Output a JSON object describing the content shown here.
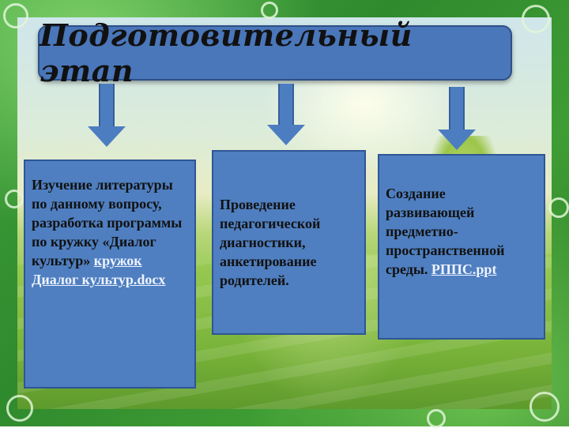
{
  "title": "Подготовительный этап",
  "cards": [
    {
      "text": "Изучение литературы по данному вопросу, разработка программы по кружку «Диалог культур»",
      "link": "кружок Диалог культур.docx"
    },
    {
      "text": "Проведение педагогической диагностики, анкетирование родителей.",
      "link": ""
    },
    {
      "text": "Создание развивающей предметно-пространственной среды.",
      "link": "РППС.ppt"
    }
  ],
  "colors": {
    "frame": "#3fa13a",
    "box_fill": "#4f7fc0",
    "box_border": "#2f5596",
    "link": "#eef3ff"
  }
}
